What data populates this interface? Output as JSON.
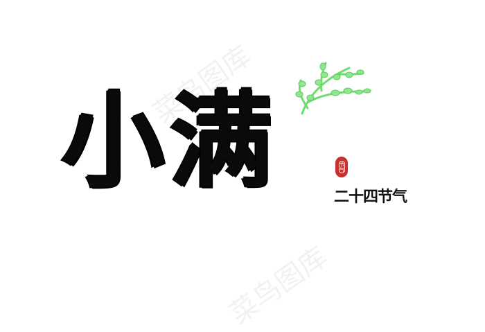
{
  "title": "小满",
  "subtitle": "二十四节气",
  "seal_text": "节气",
  "watermark": "菜鸟图库",
  "colors": {
    "ink": "#0a0a0a",
    "leaf": "#6fdc6f",
    "seal": "#c9302c"
  }
}
